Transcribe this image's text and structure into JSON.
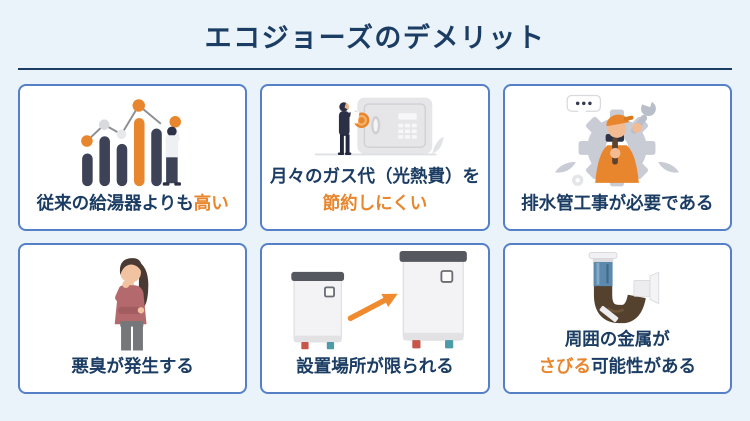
{
  "page": {
    "title": "エコジョーズのデメリット"
  },
  "colors": {
    "background": "#e9f3f9",
    "card_background": "#ffffff",
    "card_border": "#5580c8",
    "text_navy": "#1b3c63",
    "text_accent": "#e8862d"
  },
  "cards": [
    {
      "name": "higher-price",
      "illustration": "bar-chart-with-person-icon",
      "lines": [
        {
          "parts": [
            {
              "text": "従来の給湯器よりも",
              "accent": false
            },
            {
              "text": "高い",
              "accent": true
            }
          ]
        }
      ]
    },
    {
      "name": "gas-cost-hard-to-save",
      "illustration": "safe-with-person-icon",
      "lines": [
        {
          "parts": [
            {
              "text": "月々のガス代（光熱費）を",
              "accent": false
            }
          ]
        },
        {
          "parts": [
            {
              "text": "節約しにくい",
              "accent": true
            }
          ]
        }
      ]
    },
    {
      "name": "drain-pipe-work-needed",
      "illustration": "worker-with-gear-icon",
      "lines": [
        {
          "parts": [
            {
              "text": "排水管工事が必要である",
              "accent": false
            }
          ]
        }
      ]
    },
    {
      "name": "bad-smell",
      "illustration": "woman-covering-nose-icon",
      "lines": [
        {
          "parts": [
            {
              "text": "悪臭が発生する",
              "accent": false
            }
          ]
        }
      ]
    },
    {
      "name": "limited-install-location",
      "illustration": "two-water-heaters-arrow-icon",
      "lines": [
        {
          "parts": [
            {
              "text": "設置場所が限られる",
              "accent": false
            }
          ]
        }
      ]
    },
    {
      "name": "metal-may-rust",
      "illustration": "rusty-drain-pipe-icon",
      "lines": [
        {
          "parts": [
            {
              "text": "周囲の金属が",
              "accent": false
            }
          ]
        },
        {
          "parts": [
            {
              "text": "さびる",
              "accent": true
            },
            {
              "text": "可能性がある",
              "accent": false
            }
          ]
        }
      ]
    }
  ]
}
